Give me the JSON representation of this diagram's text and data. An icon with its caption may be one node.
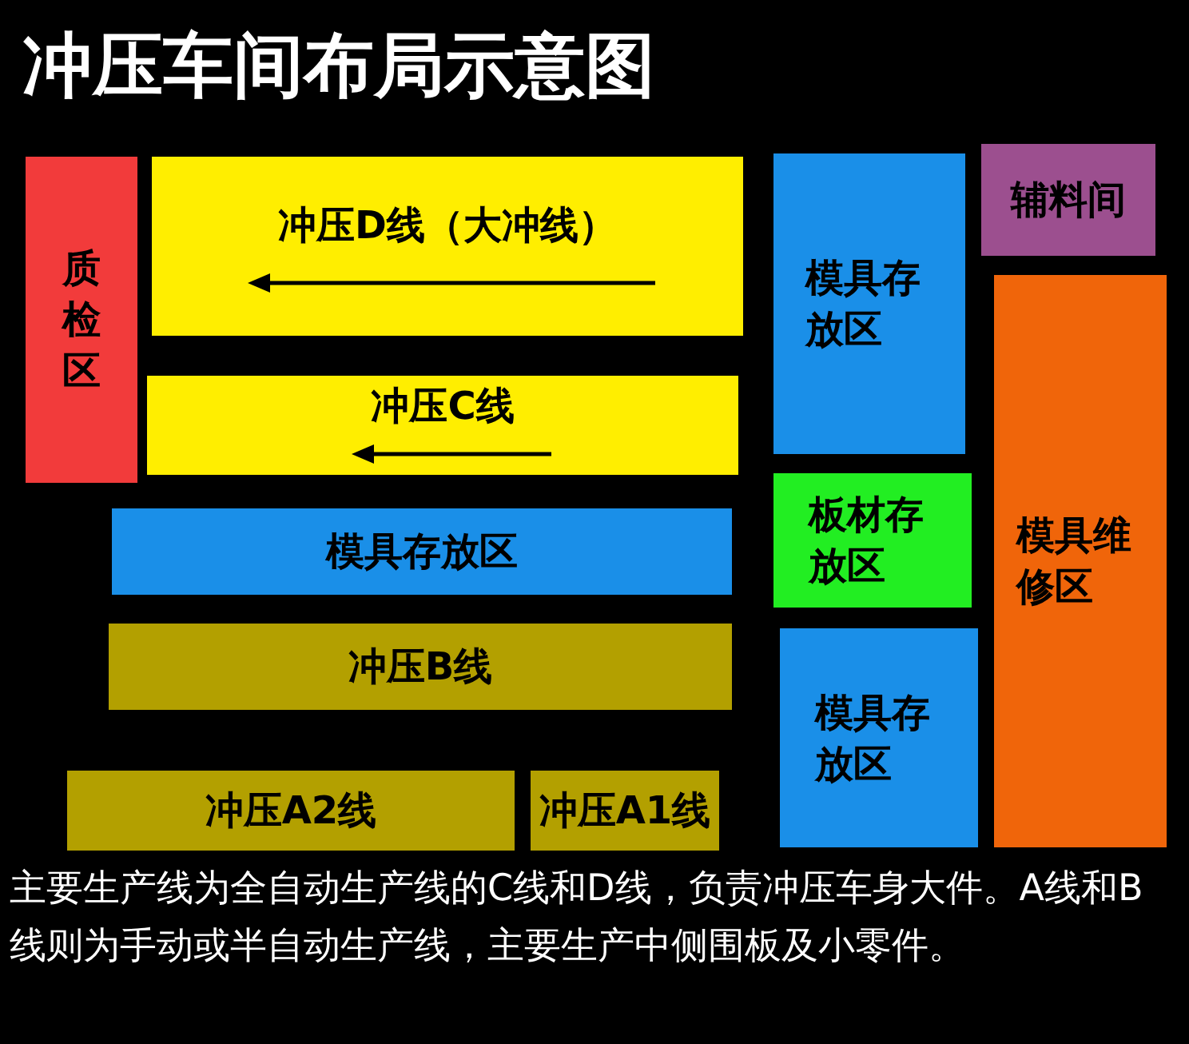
{
  "diagram": {
    "title": "冲压车间布局示意图",
    "nodes": [
      {
        "text": [
          "质检区"
        ]
      },
      {
        "text": [
          "冲压D线（大冲线）"
        ]
      },
      {
        "text": [
          "冲压C线"
        ]
      },
      {
        "text": [
          "模具存放区"
        ]
      },
      {
        "text": [
          "冲压B线"
        ]
      },
      {
        "text": [
          "冲压A2线"
        ]
      },
      {
        "text": [
          "冲压A1线"
        ]
      },
      {
        "text": [
          "模具存放区"
        ]
      },
      {
        "text": [
          "辅料间"
        ]
      },
      {
        "text": [
          "板材存放区"
        ]
      },
      {
        "text": [
          "模具存放区"
        ]
      },
      {
        "text": [
          "模具维修区"
        ]
      }
    ],
    "edges": [],
    "caption": "主要生产线为全自动生产线的C线和D线，负责冲压车身大件。A线和B线则为手动或半自动生产线，主要生产中侧围板及小零件。"
  }
}
